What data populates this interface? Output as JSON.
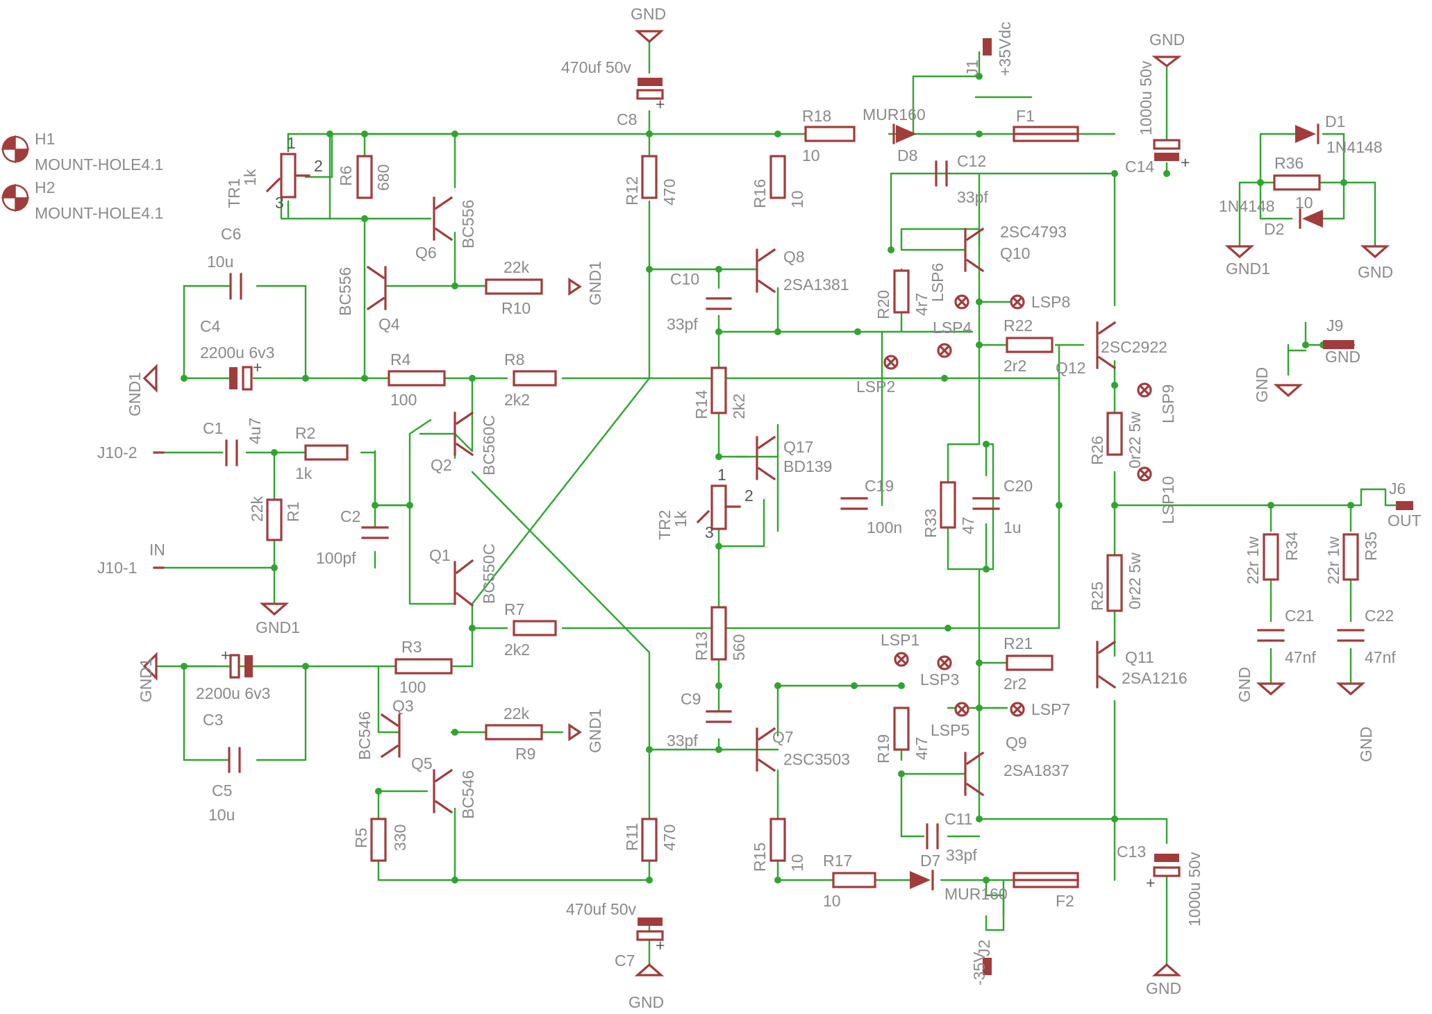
{
  "mount_holes": [
    {
      "ref": "H1",
      "value": "MOUNT-HOLE4.1"
    },
    {
      "ref": "H2",
      "value": "MOUNT-HOLE4.1"
    }
  ],
  "connectors": {
    "J1": "J1",
    "J2": "J2",
    "J6": "J6",
    "J9": "J9",
    "vplus": "+35Vdc",
    "vminus": "-35V",
    "in_label": "IN",
    "out_label": "OUT",
    "j10_2": "J10-2",
    "j10_1": "J10-1"
  },
  "grounds": {
    "gnd": "GND",
    "gnd1": "GND1"
  },
  "resistors": {
    "R1": {
      "ref": "R1",
      "value": "22k"
    },
    "R2": {
      "ref": "R2",
      "value": "1k"
    },
    "R3": {
      "ref": "R3",
      "value": "100"
    },
    "R4": {
      "ref": "R4",
      "value": "100"
    },
    "R5": {
      "ref": "R5",
      "value": "330"
    },
    "R6": {
      "ref": "R6",
      "value": "680"
    },
    "R7": {
      "ref": "R7",
      "value": "2k2"
    },
    "R8": {
      "ref": "R8",
      "value": "2k2"
    },
    "R9": {
      "ref": "R9",
      "value": "22k"
    },
    "R10": {
      "ref": "R10",
      "value": "22k"
    },
    "R11": {
      "ref": "R11",
      "value": "470"
    },
    "R12": {
      "ref": "R12",
      "value": "470"
    },
    "R13": {
      "ref": "R13",
      "value": "560"
    },
    "R14": {
      "ref": "R14",
      "value": "2k2"
    },
    "R15": {
      "ref": "R15",
      "value": "10"
    },
    "R16": {
      "ref": "R16",
      "value": "10"
    },
    "R17": {
      "ref": "R17",
      "value": "10"
    },
    "R18": {
      "ref": "R18",
      "value": "10"
    },
    "R19": {
      "ref": "R19",
      "value": "4r7"
    },
    "R20": {
      "ref": "R20",
      "value": "4r7"
    },
    "R21": {
      "ref": "R21",
      "value": "2r2"
    },
    "R22": {
      "ref": "R22",
      "value": "2r2"
    },
    "R25": {
      "ref": "R25",
      "value": "0r22 5w"
    },
    "R26": {
      "ref": "R26",
      "value": "0r22 5w"
    },
    "R33": {
      "ref": "R33",
      "value": "47"
    },
    "R34": {
      "ref": "R34",
      "value": "22r 1w"
    },
    "R35": {
      "ref": "R35",
      "value": "22r 1w"
    },
    "R36": {
      "ref": "R36",
      "value": "10"
    }
  },
  "trimmers": {
    "TR1": {
      "ref": "TR1",
      "value": "1k"
    },
    "TR2": {
      "ref": "TR2",
      "value": "1k"
    }
  },
  "capacitors": {
    "C1": {
      "ref": "C1",
      "value": "4u7"
    },
    "C2": {
      "ref": "C2",
      "value": "100pf"
    },
    "C3": {
      "ref": "C3",
      "value": "2200u 6v3"
    },
    "C4": {
      "ref": "C4",
      "value": "2200u 6v3"
    },
    "C5": {
      "ref": "C5",
      "value": "10u"
    },
    "C6": {
      "ref": "C6",
      "value": "10u"
    },
    "C7": {
      "ref": "C7",
      "value": "470uf 50v"
    },
    "C8": {
      "ref": "C8",
      "value": "470uf 50v"
    },
    "C9": {
      "ref": "C9",
      "value": "33pf"
    },
    "C10": {
      "ref": "C10",
      "value": "33pf"
    },
    "C11": {
      "ref": "C11",
      "value": "33pf"
    },
    "C12": {
      "ref": "C12",
      "value": "33pf"
    },
    "C13": {
      "ref": "C13",
      "value": "1000u 50v"
    },
    "C14": {
      "ref": "C14",
      "value": "1000u 50v"
    },
    "C19": {
      "ref": "C19",
      "value": "100n"
    },
    "C20": {
      "ref": "C20",
      "value": "1u"
    },
    "C21": {
      "ref": "C21",
      "value": "47nf"
    },
    "C22": {
      "ref": "C22",
      "value": "47nf"
    }
  },
  "transistors": {
    "Q1": {
      "ref": "Q1",
      "value": "BC550C"
    },
    "Q2": {
      "ref": "Q2",
      "value": "BC560C"
    },
    "Q3": {
      "ref": "Q3",
      "value": "BC546"
    },
    "Q4": {
      "ref": "Q4",
      "value": "BC556"
    },
    "Q5": {
      "ref": "Q5",
      "value": "BC546"
    },
    "Q6": {
      "ref": "Q6",
      "value": "BC556"
    },
    "Q7": {
      "ref": "Q7",
      "value": "2SC3503"
    },
    "Q8": {
      "ref": "Q8",
      "value": "2SA1381"
    },
    "Q9": {
      "ref": "Q9",
      "value": "2SA1837"
    },
    "Q10": {
      "ref": "Q10",
      "value": "2SC4793"
    },
    "Q11": {
      "ref": "Q11",
      "value": "2SA1216"
    },
    "Q12": {
      "ref": "Q12",
      "value": "2SC2922"
    },
    "Q17": {
      "ref": "Q17",
      "value": "BD139"
    }
  },
  "diodes": {
    "D1": {
      "ref": "D1",
      "value": "1N4148"
    },
    "D2": {
      "ref": "D2",
      "value": "1N4148"
    },
    "D7": {
      "ref": "D7",
      "value": "MUR160"
    },
    "D8": {
      "ref": "D8",
      "value": "MUR160"
    }
  },
  "fuses": {
    "F1": "F1",
    "F2": "F2"
  },
  "test_points": {
    "LSP1": "LSP1",
    "LSP2": "LSP2",
    "LSP3": "LSP3",
    "LSP4": "LSP4",
    "LSP5": "LSP5",
    "LSP6": "LSP6",
    "LSP7": "LSP7",
    "LSP8": "LSP8",
    "LSP9": "LSP9",
    "LSP10": "LSP10"
  },
  "pin_numbers": {
    "one": "1",
    "two": "2",
    "three": "3"
  }
}
